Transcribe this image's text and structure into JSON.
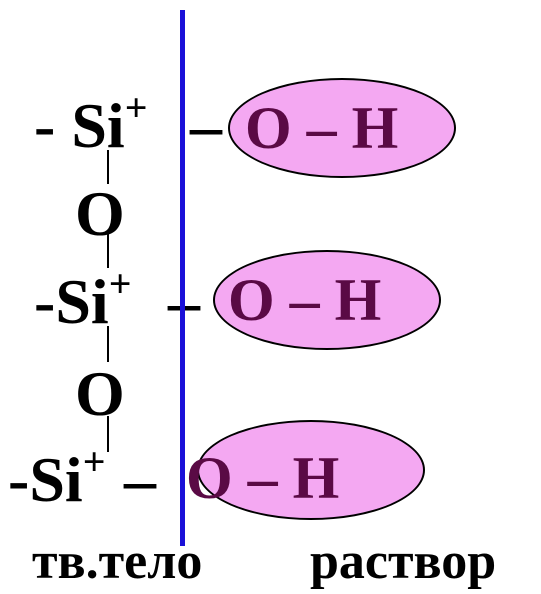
{
  "colors": {
    "interface_line": "#1a10d8",
    "ellipse_fill": "#f4a8f2",
    "oh_text": "#5a0a45",
    "bond": "#000000"
  },
  "rows": [
    {
      "si_prefix": "- Si",
      "charge": "+",
      "dash": "–",
      "group": "O – H"
    },
    {
      "si_prefix": "-Si",
      "charge": "+",
      "dash": "–",
      "group": "O – H"
    },
    {
      "si_prefix": "-Si",
      "charge": "+",
      "dash": "–",
      "group": "O – H"
    }
  ],
  "bridges": [
    "O",
    "O"
  ],
  "labels": {
    "solid": "тв.тело",
    "solution": "раствор"
  }
}
